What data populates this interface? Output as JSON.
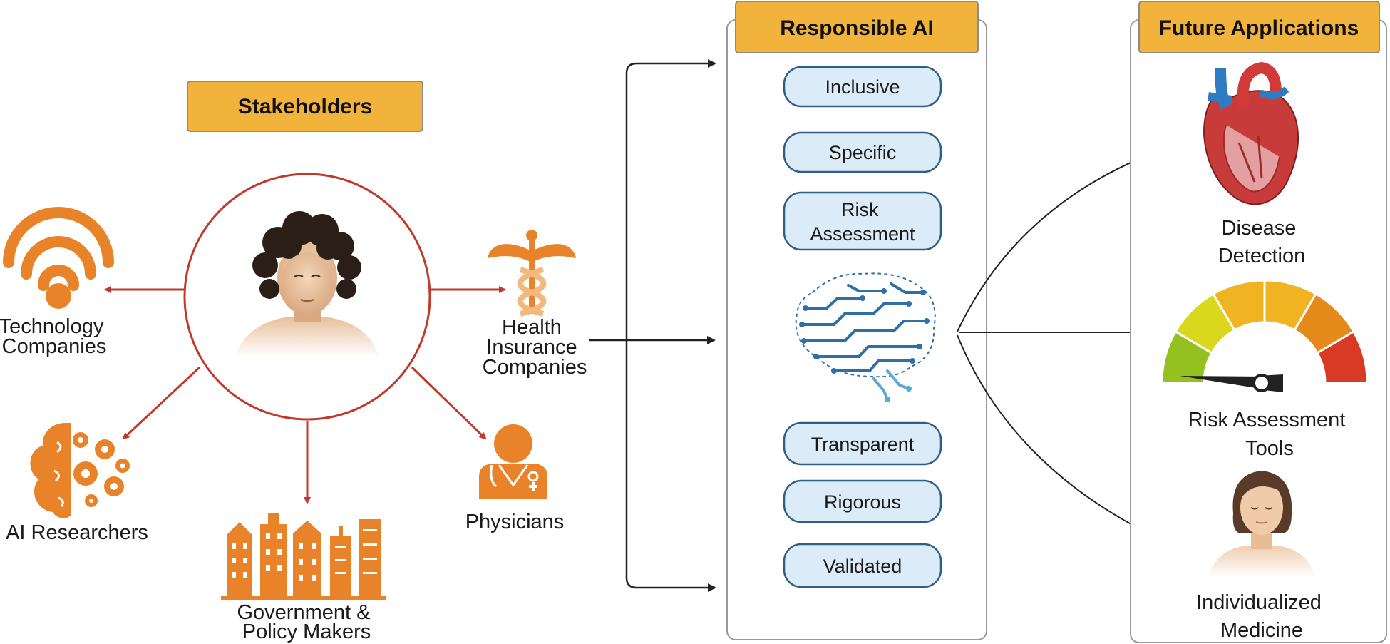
{
  "stakeholders": {
    "title": "Stakeholders",
    "items": [
      {
        "line1": "Technology",
        "line2": "Companies",
        "icon": "wifi-icon"
      },
      {
        "line1": "Health",
        "line2": "Insurance",
        "line3": "Companies",
        "icon": "caduceus-icon"
      },
      {
        "line1": "AI Researchers",
        "icon": "brain-gears-icon"
      },
      {
        "line1": "Government &",
        "line2": "Policy Makers",
        "icon": "city-buildings-icon"
      },
      {
        "line1": "Physicians",
        "icon": "doctor-icon"
      }
    ],
    "center_icon": "patient-avatar-icon"
  },
  "responsible_ai": {
    "title": "Responsible AI",
    "principles": [
      {
        "line1": "Inclusive"
      },
      {
        "line1": "Specific"
      },
      {
        "line1": "Risk",
        "line2": "Assessment"
      },
      {
        "line1": "Transparent"
      },
      {
        "line1": "Rigorous"
      },
      {
        "line1": "Validated"
      }
    ],
    "center_icon": "circuit-brain-icon"
  },
  "future_applications": {
    "title": "Future Applications",
    "items": [
      {
        "line1": "Disease",
        "line2": "Detection",
        "icon": "heart-icon"
      },
      {
        "line1": "Risk Assessment",
        "line2": "Tools",
        "icon": "gauge-icon"
      },
      {
        "line1": "Individualized",
        "line2": "Medicine",
        "icon": "patient-woman-icon"
      }
    ]
  },
  "colors": {
    "header_fill": "#F2B33D",
    "stakeholder_orange": "#E98329",
    "stakeholder_circle": "#C0392B",
    "pill_fill": "#DCEBF8",
    "pill_stroke": "#2E5D86",
    "brain_blue": "#2E6FA5"
  }
}
